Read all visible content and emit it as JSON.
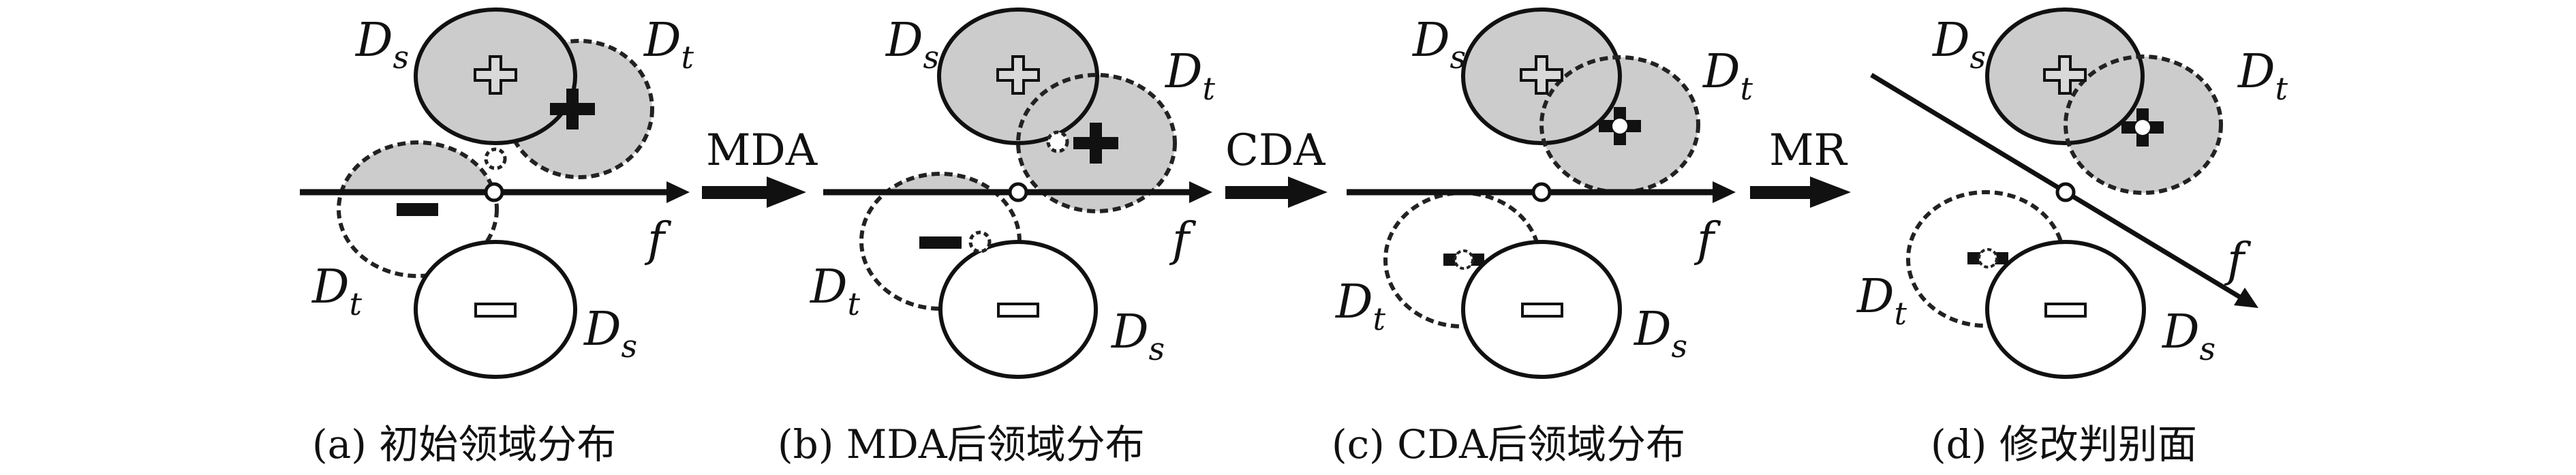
{
  "figure": {
    "colors": {
      "ink": "#111111",
      "fill_gray": "#cccccc",
      "background": "#ffffff"
    },
    "transitions": [
      {
        "label": "MDA"
      },
      {
        "label": "CDA"
      },
      {
        "label": "MR"
      }
    ],
    "panels": [
      {
        "id": "a",
        "caption": "(a) 初始领域分布",
        "classifier_label": "f",
        "classifier_orientation": "horizontal",
        "regions": [
          {
            "domain": "source",
            "label_main": "D",
            "label_sub": "s",
            "class": "positive",
            "style": "solid",
            "filled": true
          },
          {
            "domain": "target",
            "label_main": "D",
            "label_sub": "t",
            "class": "positive",
            "style": "dashed",
            "filled": true
          },
          {
            "domain": "target",
            "label_main": "D",
            "label_sub": "t",
            "class": "negative",
            "style": "dashed",
            "filled": "above-boundary"
          },
          {
            "domain": "source",
            "label_main": "D",
            "label_sub": "s",
            "class": "negative",
            "style": "solid",
            "filled": false
          }
        ],
        "markers": [
          "source-positive (hollow +)",
          "target-positive (solid +)",
          "unlabeled target sample",
          "target-negative (solid −)",
          "source-negative (hollow −)"
        ]
      },
      {
        "id": "b",
        "caption": "(b) MDA后领域分布",
        "classifier_label": "f",
        "classifier_orientation": "horizontal",
        "regions": [
          {
            "domain": "source",
            "label_main": "D",
            "label_sub": "s",
            "class": "positive",
            "style": "solid",
            "filled": true
          },
          {
            "domain": "target",
            "label_main": "D",
            "label_sub": "t",
            "class": "positive",
            "style": "dashed",
            "filled": "above-boundary"
          },
          {
            "domain": "target",
            "label_main": "D",
            "label_sub": "t",
            "class": "negative",
            "style": "dashed",
            "filled": "above-boundary"
          },
          {
            "domain": "source",
            "label_main": "D",
            "label_sub": "s",
            "class": "negative",
            "style": "solid",
            "filled": false
          }
        ],
        "markers": [
          "source-positive (hollow +)",
          "target-positive (solid +)",
          "unlabeled target sample",
          "target-negative (solid −)",
          "unlabeled target sample",
          "source-negative (hollow −)"
        ]
      },
      {
        "id": "c",
        "caption": "(c) CDA后领域分布",
        "classifier_label": "f",
        "classifier_orientation": "horizontal",
        "regions": [
          {
            "domain": "source",
            "label_main": "D",
            "label_sub": "s",
            "class": "positive",
            "style": "solid",
            "filled": true
          },
          {
            "domain": "target",
            "label_main": "D",
            "label_sub": "t",
            "class": "positive",
            "style": "dashed",
            "filled": true
          },
          {
            "domain": "target",
            "label_main": "D",
            "label_sub": "t",
            "class": "negative",
            "style": "dashed",
            "filled": false
          },
          {
            "domain": "source",
            "label_main": "D",
            "label_sub": "s",
            "class": "negative",
            "style": "solid",
            "filled": false
          }
        ],
        "markers": [
          "source-positive (hollow +)",
          "aligned target-positive (+ with sample)",
          "aligned target-negative (− with sample)",
          "source-negative (hollow −)"
        ]
      },
      {
        "id": "d",
        "caption": "(d) 修改判别面",
        "classifier_label": "f",
        "classifier_orientation": "diagonal",
        "regions": [
          {
            "domain": "source",
            "label_main": "D",
            "label_sub": "s",
            "class": "positive",
            "style": "solid",
            "filled": true
          },
          {
            "domain": "target",
            "label_main": "D",
            "label_sub": "t",
            "class": "positive",
            "style": "dashed",
            "filled": true
          },
          {
            "domain": "target",
            "label_main": "D",
            "label_sub": "t",
            "class": "negative",
            "style": "dashed",
            "filled": false
          },
          {
            "domain": "source",
            "label_main": "D",
            "label_sub": "s",
            "class": "negative",
            "style": "solid",
            "filled": false
          }
        ],
        "markers": [
          "source-positive (hollow +)",
          "aligned target-positive (+ with sample)",
          "aligned target-negative (− with sample)",
          "source-negative (hollow −)"
        ]
      }
    ]
  }
}
